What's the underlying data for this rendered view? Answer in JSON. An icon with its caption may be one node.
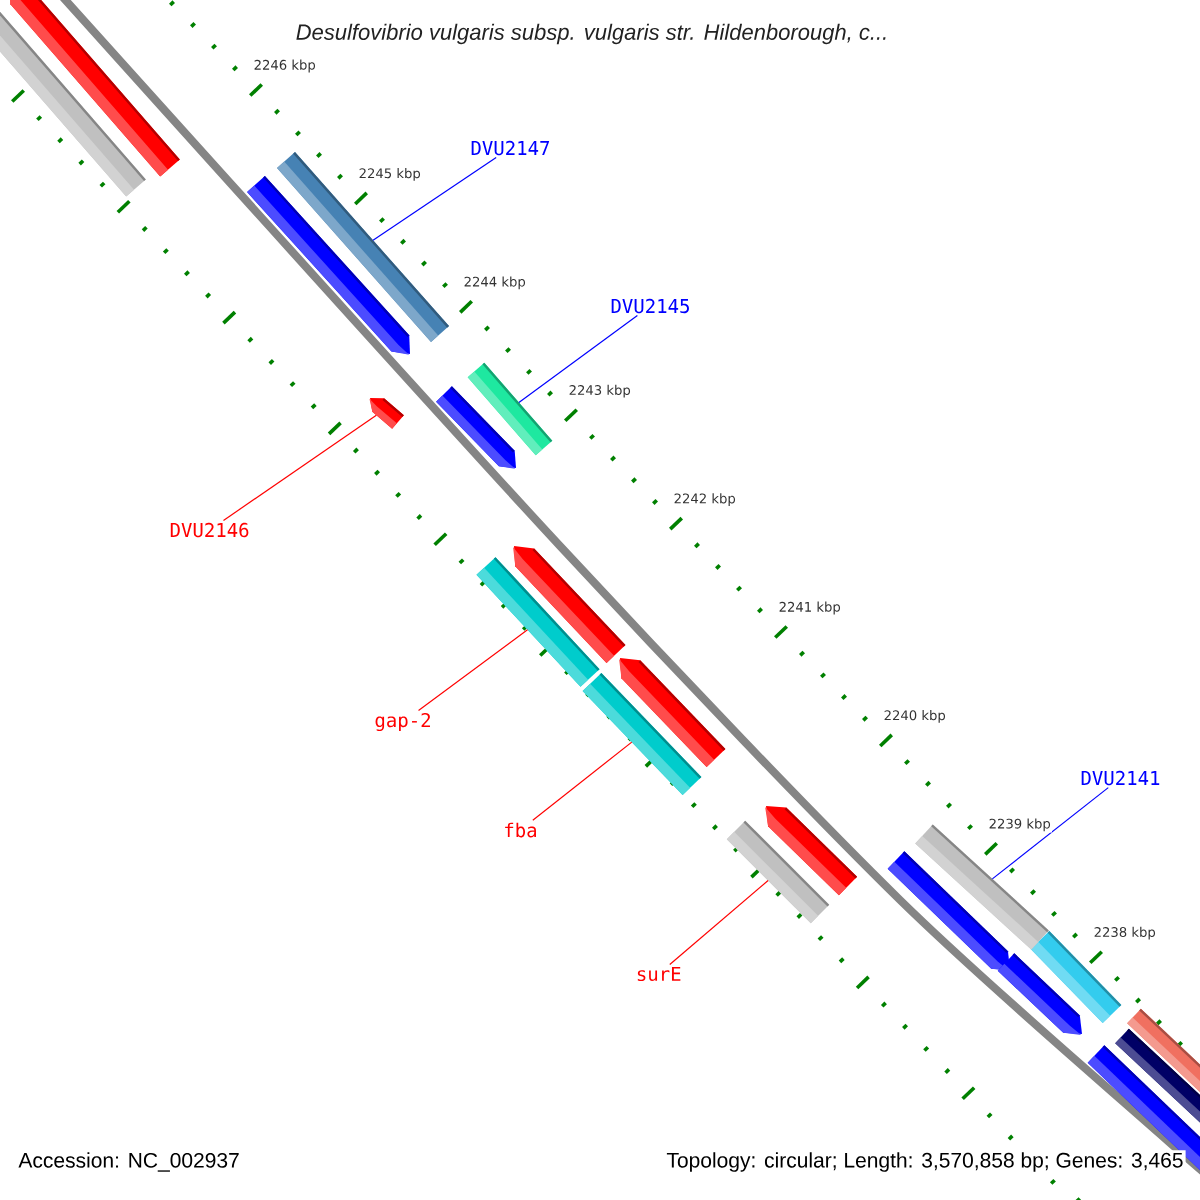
{
  "diagram": {
    "title": "*Desulfovibrio vulgaris subsp. vulgaris str. Hildenborough, c...*",
    "nodes": [
      {
        "text": [
          "DVU2147"
        ]
      },
      {
        "text": [],
        "shape": "bar"
      },
      {
        "text": [
          "DVU2145"
        ]
      },
      {
        "text": [],
        "shape": "bar"
      },
      {
        "text": [
          "DVU2146"
        ]
      },
      {
        "text": [],
        "shape": "bar"
      },
      {
        "text": [
          "gap-2"
        ]
      },
      {
        "text": [],
        "shape": "bar"
      },
      {
        "text": [
          "fba"
        ]
      },
      {
        "text": [],
        "shape": "bar"
      },
      {
        "text": [
          "surE"
        ]
      },
      {
        "text": [],
        "shape": "bar"
      },
      {
        "text": [
          "DVU2141"
        ]
      },
      {
        "text": [],
        "shape": "bar"
      }
    ],
    "edges": [
      {
        "from": 0,
        "to": 1,
        "arrow": "none",
        "color": "#0000ff"
      },
      {
        "from": 2,
        "to": 3,
        "arrow": "none",
        "color": "#0000ff"
      },
      {
        "from": 4,
        "to": 5,
        "arrow": "none"
      },
      {
        "from": 6,
        "to": 7,
        "arrow": "none"
      },
      {
        "from": 8,
        "to": 9,
        "arrow": "none"
      },
      {
        "from": 10,
        "to": 11,
        "arrow": "none"
      },
      {
        "from": 12,
        "to": 13,
        "arrow": "none",
        "color": "#0000ff"
      }
    ],
    "labels": [
      "2246 kbp",
      "2245 kbp",
      "2244 kbp",
      "2243 kbp",
      "2242 kbp",
      "2241 kbp",
      "2240 kbp",
      "2239 kbp",
      "2238 kbp",
      "Accession: NC_002937",
      "Topology: circular; Length: 3,570,858 bp; Genes: 3,465"
    ]
  }
}
